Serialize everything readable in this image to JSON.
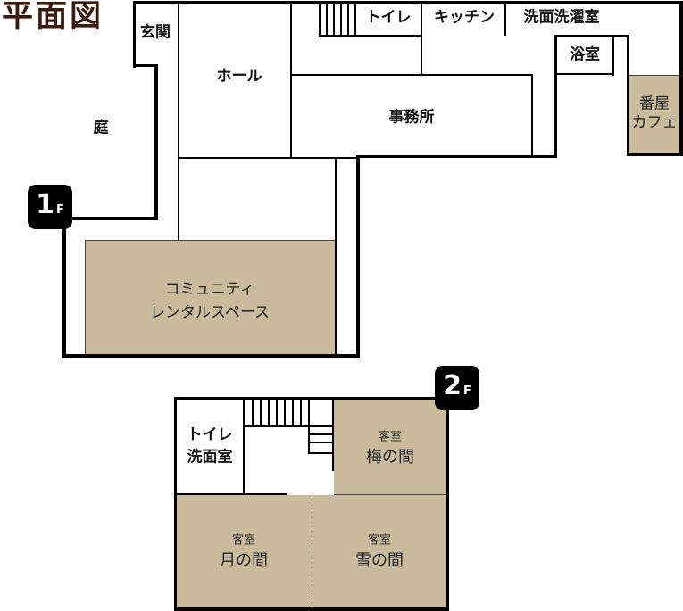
{
  "title": "平面図",
  "colors": {
    "room_fill": "#c9bb9c",
    "wall": "#000000",
    "title": "#3b1a0c",
    "badge": "#000000"
  },
  "floor1": {
    "badge": {
      "number": "1",
      "suffix": "F"
    },
    "rooms": {
      "entrance": "玄関",
      "hall": "ホール",
      "toilet": "トイレ",
      "kitchen": "キッチン",
      "laundry": "洗面洗濯室",
      "bath": "浴室",
      "office": "事務所",
      "garden": "庭",
      "cafe": [
        "番屋",
        "カフェ"
      ],
      "rental": [
        "コミュニティ",
        "レンタルスペース"
      ]
    }
  },
  "floor2": {
    "badge": {
      "number": "2",
      "suffix": "F"
    },
    "rooms": {
      "toilet": [
        "トイレ",
        "洗面室"
      ],
      "ume": {
        "type": "客室",
        "name": "梅の間"
      },
      "tsuki": {
        "type": "客室",
        "name": "月の間"
      },
      "yuki": {
        "type": "客室",
        "name": "雪の間"
      }
    }
  }
}
